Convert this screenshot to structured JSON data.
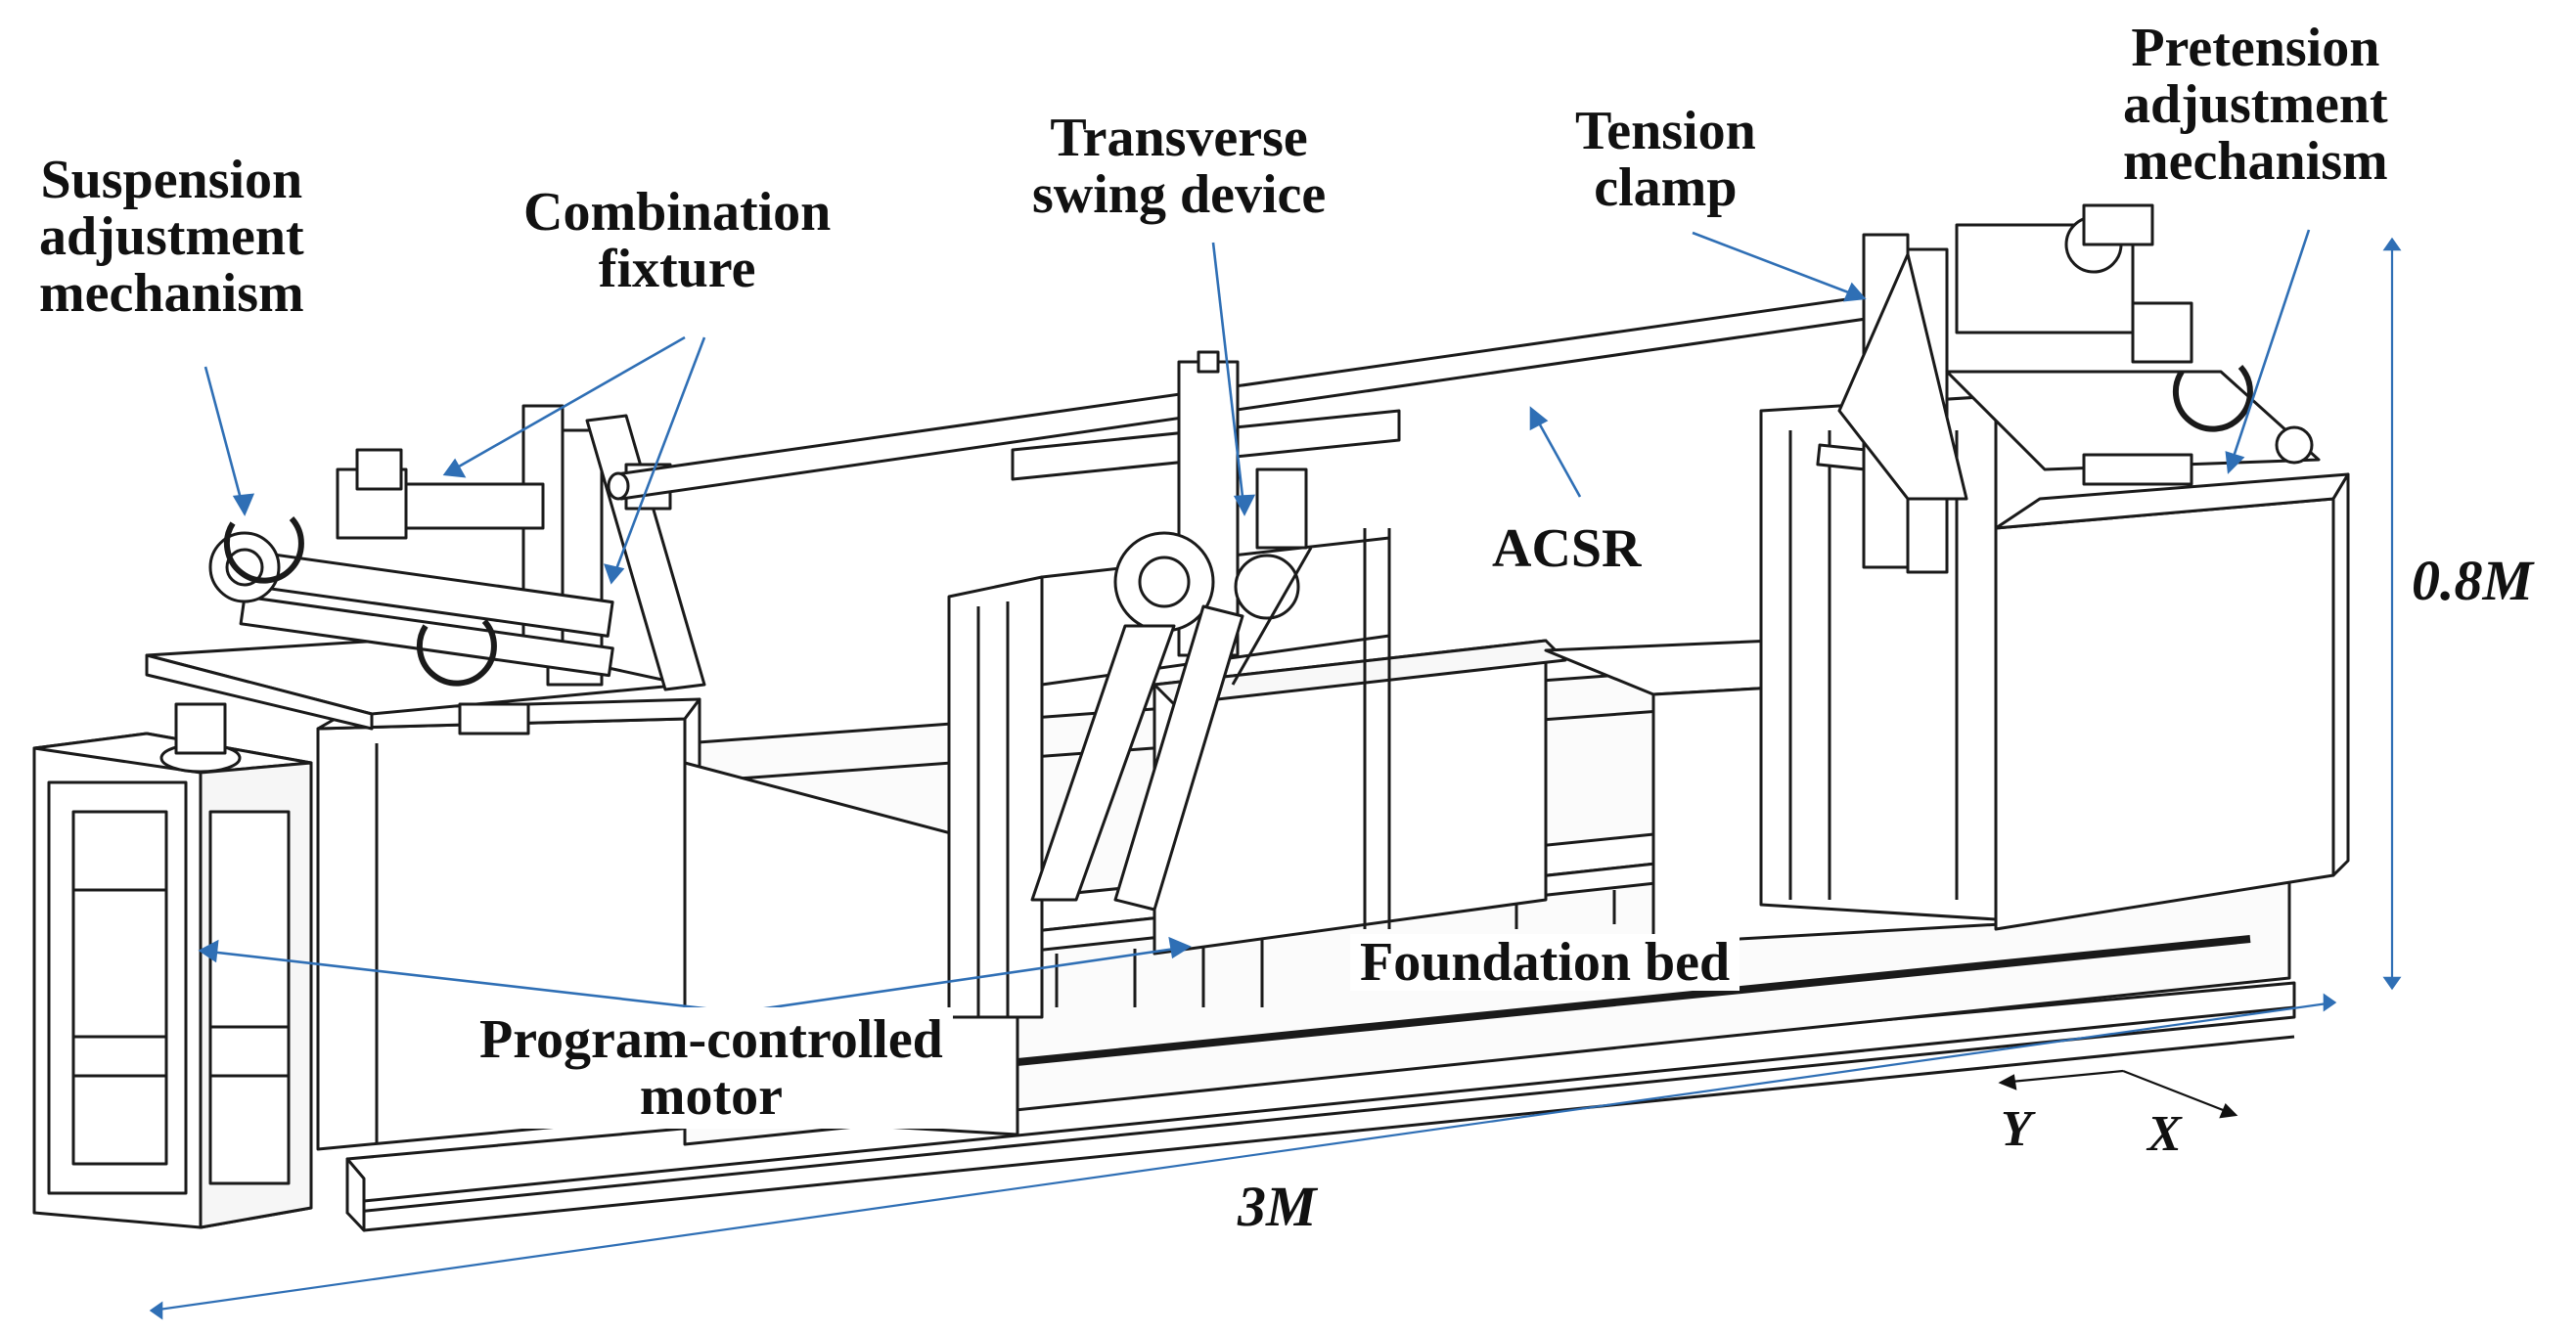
{
  "labels": {
    "suspension": [
      "Suspension",
      "adjustment",
      "mechanism"
    ],
    "combination": [
      "Combination",
      "fixture"
    ],
    "transverse": [
      "Transverse",
      "swing device"
    ],
    "tension": [
      "Tension",
      "clamp"
    ],
    "pretension": [
      "Pretension",
      "adjustment",
      "mechanism"
    ],
    "acsr": "ACSR",
    "foundation": "Foundation bed",
    "motor": [
      "Program-controlled",
      "motor"
    ]
  },
  "dimensions": {
    "length": "3M",
    "height": "0.8M"
  },
  "axes": {
    "y": "Y",
    "x": "X"
  },
  "colors": {
    "leader": "#2f6fb5",
    "outline": "#1a1a1a",
    "fill": "#ffffff"
  }
}
